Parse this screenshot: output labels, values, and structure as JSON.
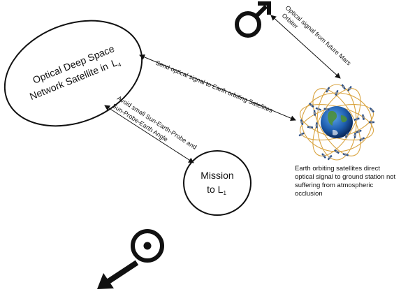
{
  "nodes": {
    "satellite_l4": {
      "line1": "Optical Deep Space",
      "line2": "Network Satellite in",
      "l4_base": "L",
      "l4_sub": "4"
    },
    "mission_l1": {
      "line1": "Mission",
      "line2_base": "to L",
      "line2_sub": "1"
    }
  },
  "edges": {
    "to_earth": "Send optical signal to Earth orbiting Satellites",
    "to_mission_line1": "Avoid small Sun-Earth-Probe and",
    "to_mission_line2": "Sun-Probe-Earth Angle",
    "mars_line1": "Optical signal from future Mars",
    "mars_line2": "Orbiter"
  },
  "earth_note": "Earth orbiting satellites direct optical signal to ground station not suffering from atmospheric occlusion",
  "symbols": {
    "mars": "mars-symbol-icon",
    "sun": "sun-symbol-icon",
    "sun_direction": "arrow-down-left-icon",
    "earth": "earth-with-satellite-constellation-icon"
  },
  "colors": {
    "ink": "#111111",
    "orbit": "#d9a441",
    "earth_ocean": "#1f5fb0",
    "earth_land": "#4c8f3a"
  }
}
